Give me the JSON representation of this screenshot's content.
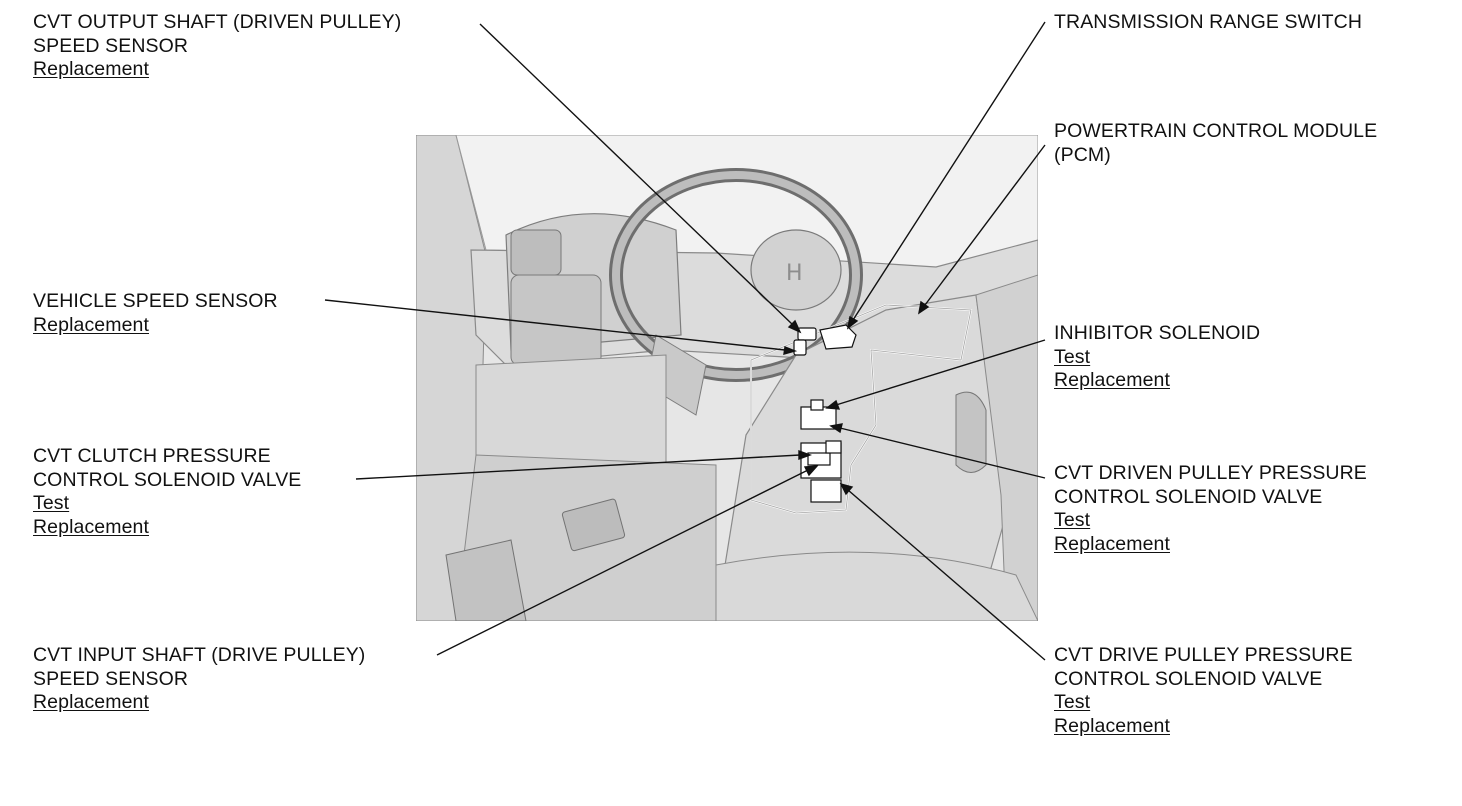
{
  "callouts": {
    "cvt_output_shaft": {
      "lines": [
        "CVT OUTPUT SHAFT (DRIVEN PULLEY)",
        "SPEED SENSOR"
      ],
      "links": [
        "Replacement"
      ]
    },
    "vehicle_speed_sensor": {
      "lines": [
        "VEHICLE SPEED SENSOR"
      ],
      "links": [
        "Replacement"
      ]
    },
    "cvt_clutch_pressure": {
      "lines": [
        "CVT CLUTCH PRESSURE",
        "CONTROL SOLENOID VALVE"
      ],
      "links": [
        "Test",
        "Replacement"
      ]
    },
    "cvt_input_shaft": {
      "lines": [
        "CVT INPUT SHAFT (DRIVE PULLEY)",
        "SPEED SENSOR"
      ],
      "links": [
        "Replacement"
      ]
    },
    "transmission_range_switch": {
      "lines": [
        "TRANSMISSION RANGE SWITCH"
      ],
      "links": []
    },
    "pcm": {
      "lines": [
        "POWERTRAIN CONTROL MODULE",
        "(PCM)"
      ],
      "links": []
    },
    "inhibitor_solenoid": {
      "lines": [
        "INHIBITOR SOLENOID"
      ],
      "links": [
        "Test",
        "Replacement"
      ]
    },
    "cvt_driven_pulley_pressure": {
      "lines": [
        "CVT DRIVEN PULLEY PRESSURE",
        "CONTROL SOLENOID VALVE"
      ],
      "links": [
        "Test",
        "Replacement"
      ]
    },
    "cvt_drive_pulley_pressure": {
      "lines": [
        "CVT DRIVE PULLEY PRESSURE",
        "CONTROL SOLENOID VALVE"
      ],
      "links": [
        "Test",
        "Replacement"
      ]
    }
  },
  "colors": {
    "text": "#111111",
    "line": "#111111",
    "illustration_bg": "#e4e4e4",
    "illustration_shade": "#cfcfcf",
    "illustration_edge": "#8a8a8a"
  }
}
